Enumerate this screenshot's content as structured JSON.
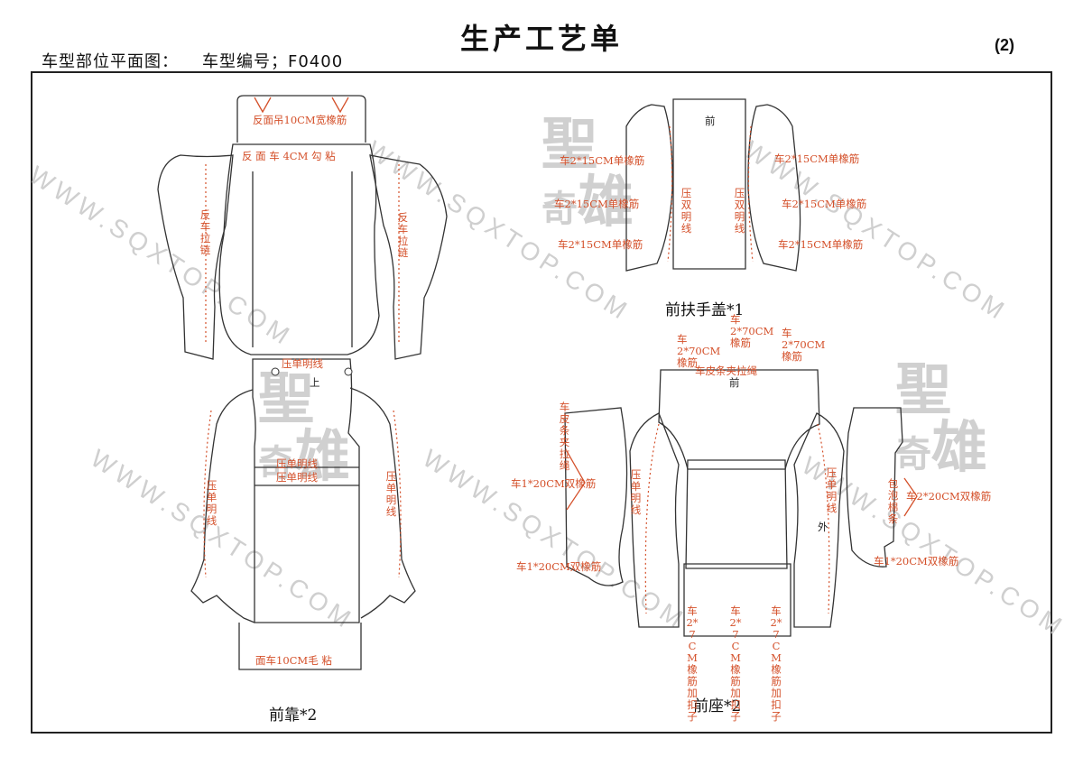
{
  "header": {
    "title": "生产工艺单",
    "page_number": "(2)",
    "left_label": "车型部位平面图：",
    "model_label": "车型编号；F0400"
  },
  "watermark": {
    "url": "WWW.SQXTOP.COM",
    "logo_char_1": "聖",
    "logo_char_2": "奇",
    "logo_char_3": "雄"
  },
  "parts": {
    "front_back": "前靠*2",
    "front_armrest": "前扶手盖*1",
    "front_seat": "前座*2"
  },
  "notes": {
    "fk_top": "反面吊10CM宽橡筋",
    "fk_glue": "反 面 车 4CM  勾  粘",
    "fk_zip_l": "反车拉链",
    "fk_zip_r": "反车拉链",
    "fk_press_top": "压单明线",
    "fk_shang": "上",
    "fk_press_1": "压单明线",
    "fk_press_2": "压单明线",
    "fk_press_l": "压单明线",
    "fk_press_r": "压单明线",
    "fk_bottom": "面车10CM毛 粘",
    "fa_front": "前",
    "fa_l1": "车2*15CM单橡筋",
    "fa_l2": "车2*15CM单橡筋",
    "fa_l3": "车2*15CM单橡筋",
    "fa_press_l": "压双明线",
    "fa_press_r": "压双明线",
    "fa_r1": "车2*15CM单橡筋",
    "fa_r2": "车2*15CM单橡筋",
    "fa_r3": "车2*15CM单橡筋",
    "fs_top_c": "车2*70CM橡筋",
    "fs_top_l": "车2*70CM橡筋",
    "fs_top_r": "车2*70CM橡筋",
    "fs_rope": "车皮条夹拉绳",
    "fs_front": "前",
    "fs_left_rope": "车皮条夹拉绳",
    "fs_l_20a": "车1*20CM双橡筋",
    "fs_l_20b": "车1*20CM双橡筋",
    "fs_press_l": "压单明线",
    "fs_press_r": "压单明线",
    "fs_wai": "外",
    "fs_foam": "包泡棉条",
    "fs_r_20a": "车2*20CM双橡筋",
    "fs_r_20b": "车1*20CM双橡筋",
    "fs_b1": "车2*7CM橡筋加扣子",
    "fs_b2": "车2*7CM橡筋加扣子",
    "fs_b3": "车2*7CM橡筋加扣子"
  },
  "colors": {
    "note": "#d4502a",
    "outline": "#333333",
    "watermark": "#cfcfcf"
  }
}
